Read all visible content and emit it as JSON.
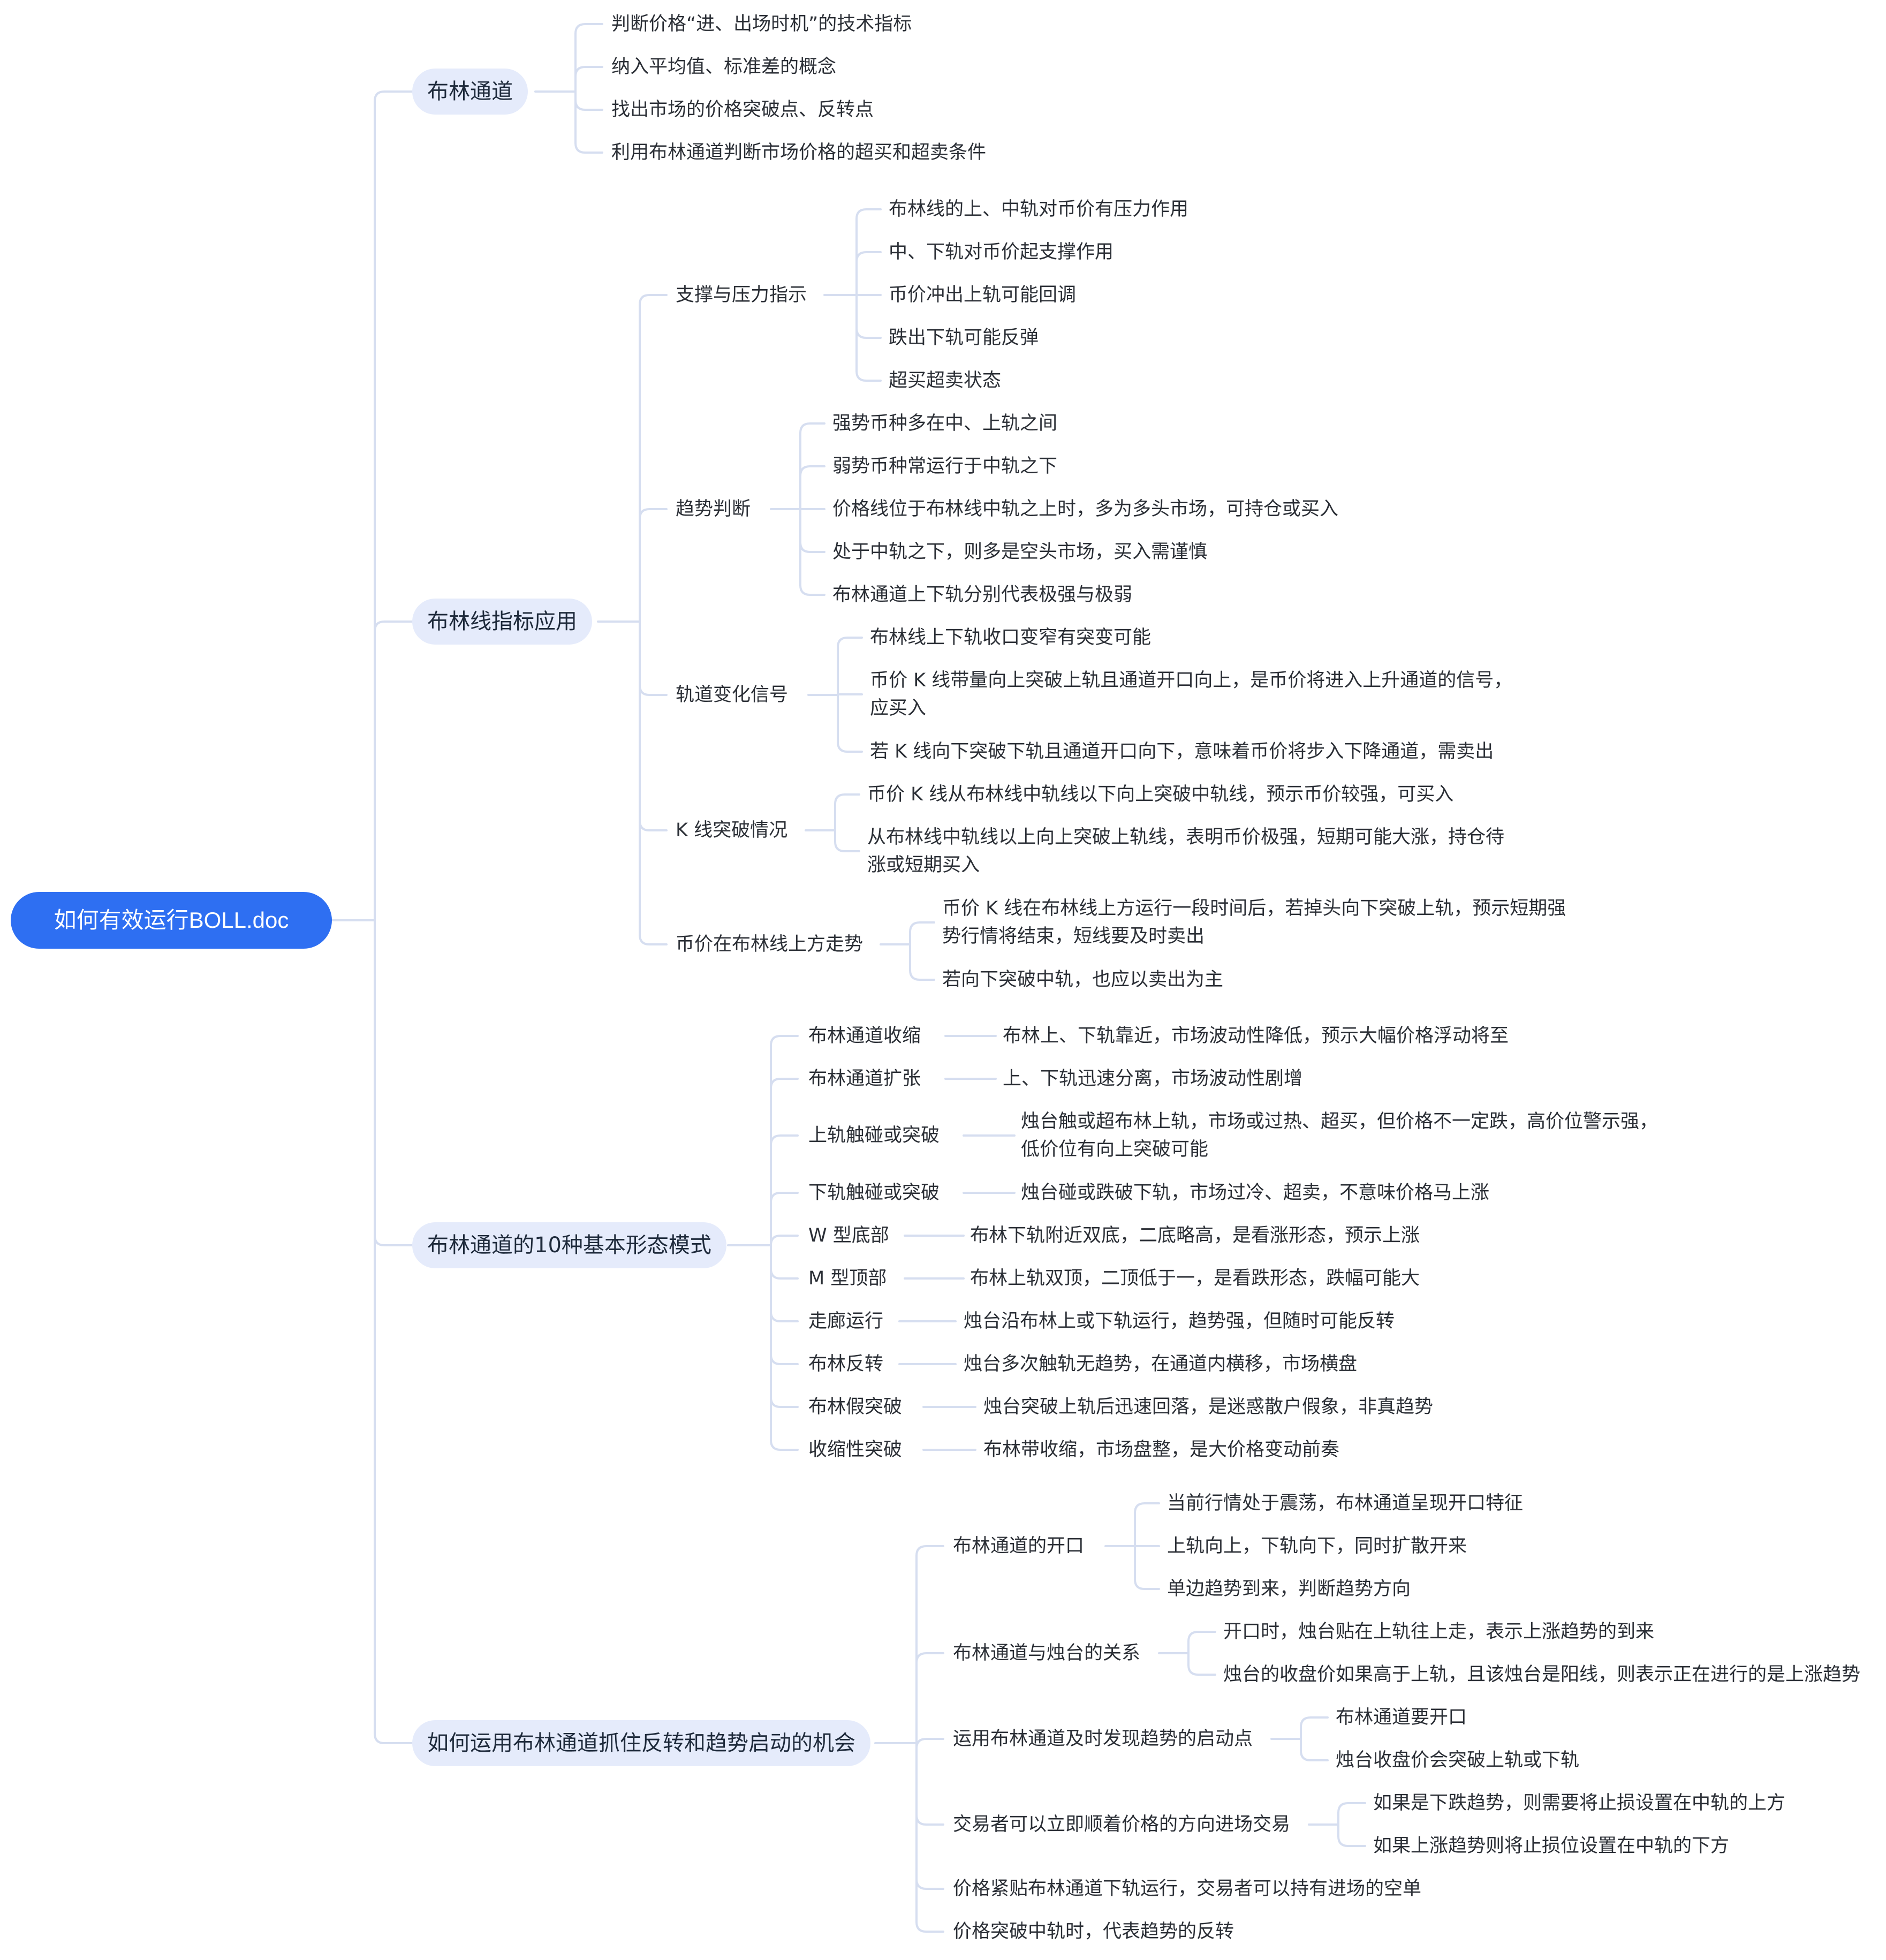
{
  "root": "如何有效运行BOLL.doc",
  "branches": [
    {
      "label": "布林通道",
      "items": [
        "判断价格“进、出场时机”的技术指标",
        "纳入平均值、标准差的概念",
        "找出市场的价格突破点、反转点",
        "利用布林通道判断市场价格的超买和超卖条件"
      ]
    },
    {
      "label": "布林线指标应用",
      "groups": [
        {
          "label": "支撑与压力指示",
          "items": [
            "布林线的上、中轨对币价有压力作用",
            "中、下轨对币价起支撑作用",
            "币价冲出上轨可能回调",
            "跌出下轨可能反弹",
            "超买超卖状态"
          ]
        },
        {
          "label": "趋势判断",
          "items": [
            "强势币种多在中、上轨之间",
            "弱势币种常运行于中轨之下",
            "价格线位于布林线中轨之上时，多为多头市场，可持仓或买入",
            "处于中轨之下，则多是空头市场，买入需谨慎",
            "布林通道上下轨分别代表极强与极弱"
          ]
        },
        {
          "label": "轨道变化信号",
          "items": [
            "布林线上下轨收口变窄有突变可能",
            [
              "币价 K 线带量向上突破上轨且通道开口向上，是币价将进入上升通道的信号，",
              "应买入"
            ],
            "若 K 线向下突破下轨且通道开口向下，意味着币价将步入下降通道，需卖出"
          ]
        },
        {
          "label": "K 线突破情况",
          "items": [
            "币价 K 线从布林线中轨线以下向上突破中轨线，预示币价较强，可买入",
            [
              "从布林线中轨线以上向上突破上轨线，表明币价极强，短期可能大涨，持仓待",
              "涨或短期买入"
            ]
          ]
        },
        {
          "label": "币价在布林线上方走势",
          "items": [
            [
              "币价 K 线在布林线上方运行一段时间后，若掉头向下突破上轨，预示短期强",
              "势行情将结束，短线要及时卖出"
            ],
            "若向下突破中轨，也应以卖出为主"
          ]
        }
      ]
    },
    {
      "label": "布林通道的10种基本形态模式",
      "groups": [
        {
          "label": "布林通道收缩",
          "items": [
            "布林上、下轨靠近，市场波动性降低，预示大幅价格浮动将至"
          ]
        },
        {
          "label": "布林通道扩张",
          "items": [
            "上、下轨迅速分离，市场波动性剧增"
          ]
        },
        {
          "label": "上轨触碰或突破",
          "items": [
            [
              "烛台触或超布林上轨，市场或过热、超买，但价格不一定跌，高价位警示强，",
              "低价位有向上突破可能"
            ]
          ]
        },
        {
          "label": "下轨触碰或突破",
          "items": [
            "烛台碰或跌破下轨，市场过冷、超卖，不意味价格马上涨"
          ]
        },
        {
          "label": "W 型底部",
          "items": [
            "布林下轨附近双底，二底略高，是看涨形态，预示上涨"
          ]
        },
        {
          "label": "M 型顶部",
          "items": [
            "布林上轨双顶，二顶低于一，是看跌形态，跌幅可能大"
          ]
        },
        {
          "label": "走廊运行",
          "items": [
            "烛台沿布林上或下轨运行，趋势强，但随时可能反转"
          ]
        },
        {
          "label": "布林反转",
          "items": [
            "烛台多次触轨无趋势，在通道内横移，市场横盘"
          ]
        },
        {
          "label": "布林假突破",
          "items": [
            "烛台突破上轨后迅速回落，是迷惑散户假象，非真趋势"
          ]
        },
        {
          "label": "收缩性突破",
          "items": [
            "布林带收缩，市场盘整，是大价格变动前奏"
          ]
        }
      ]
    },
    {
      "label": "如何运用布林通道抓住反转和趋势启动的机会",
      "groups": [
        {
          "label": "布林通道的开口",
          "items": [
            "当前行情处于震荡，布林通道呈现开口特征",
            "上轨向上，下轨向下，同时扩散开来",
            "单边趋势到来，判断趋势方向"
          ]
        },
        {
          "label": "布林通道与烛台的关系",
          "items": [
            "开口时，烛台贴在上轨往上走，表示上涨趋势的到来",
            "烛台的收盘价如果高于上轨，且该烛台是阳线，则表示正在进行的是上涨趋势"
          ]
        },
        {
          "label": "运用布林通道及时发现趋势的启动点",
          "items": [
            "布林通道要开口",
            "烛台收盘价会突破上轨或下轨"
          ]
        },
        {
          "label": "交易者可以立即顺着价格的方向进场交易",
          "items": [
            "如果是下跌趋势，则需要将止损设置在中轨的上方",
            "如果上涨趋势则将止损位设置在中轨的下方"
          ]
        },
        {
          "label": "价格紧贴布林通道下轨运行，交易者可以持有进场的空单",
          "items": []
        },
        {
          "label": "价格突破中轨时，代表趋势的反转",
          "items": []
        }
      ]
    }
  ]
}
